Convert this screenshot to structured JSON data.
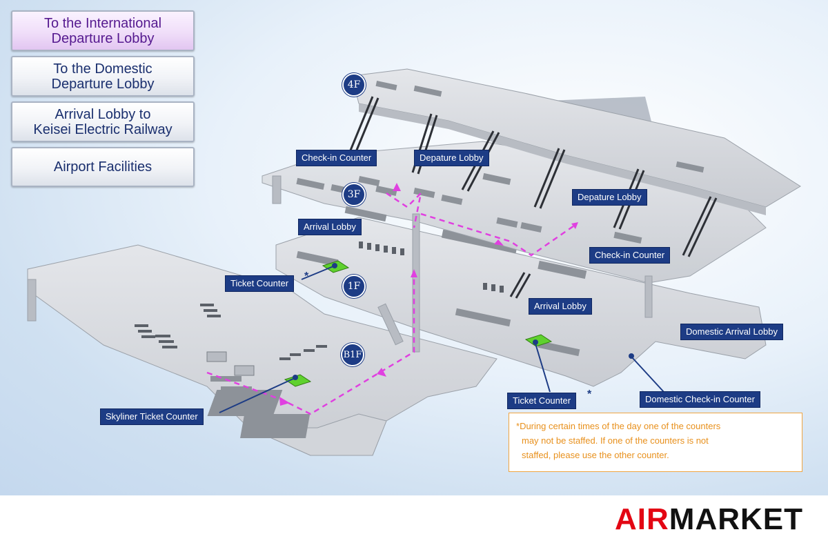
{
  "nav": {
    "intl_departure": "To the International\nDeparture Lobby",
    "domestic_departure": "To the Domestic\nDeparture Lobby",
    "arrival_keisei": "Arrival Lobby to\nKeisei Electric Railway",
    "facilities": "Airport Facilities"
  },
  "floors": {
    "f4": "4F",
    "f3": "3F",
    "f1": "1F",
    "b1": "B1F"
  },
  "labels": {
    "checkin_intl": "Check-in Counter",
    "departure_intl": "Depature Lobby",
    "departure_dom": "Depature Lobby",
    "arrival_intl": "Arrival Lobby",
    "checkin_dom": "Check-in Counter",
    "ticket_counter_1": "Ticket Counter",
    "arrival_dom": "Arrival Lobby",
    "domestic_arrival": "Domestic Arrival Lobby",
    "ticket_counter_2": "Ticket Counter",
    "domestic_checkin": "Domestic Check-in Counter",
    "skyliner": "Skyliner Ticket Counter",
    "asterisk": "*"
  },
  "note": {
    "star": "*",
    "line1": "During certain times of the day one of the counters",
    "line2": "may not be staffed. If one of the counters is not",
    "line3": "staffed, please use the other counter."
  },
  "brand": {
    "air": "AIR",
    "market": "MARKET"
  },
  "colors": {
    "label_bg": "#1d3c85",
    "route": "#e040e0",
    "counter": "#5fd12e",
    "note_border": "#f0a540",
    "brand_red": "#e30613"
  }
}
